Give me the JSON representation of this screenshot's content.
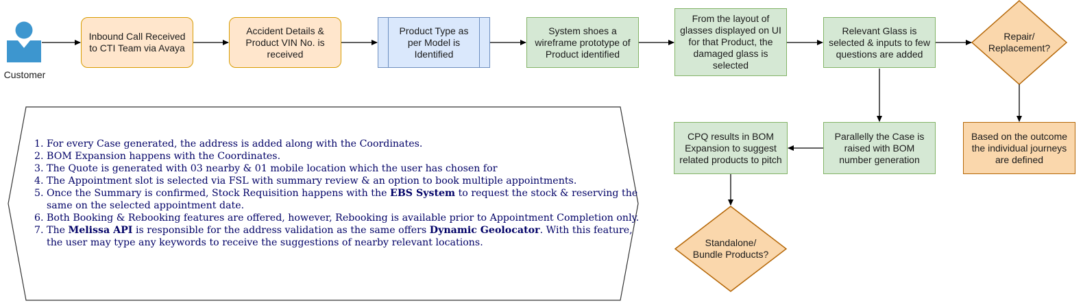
{
  "actor": {
    "label": "Customer",
    "icon": "user-icon"
  },
  "nodes": {
    "inbound_call": "Inbound Call Received to CTI Team via Avaya",
    "accident_details": "Accident Details & Product VIN No. is received",
    "product_type": "Product Type as per Model is Identified",
    "wireframe": "System shoes a wireframe prototype of Product identified",
    "damaged_glass": "From the layout of glasses displayed on UI for that Product, the damaged glass is selected",
    "relevant_glass": "Relevant Glass is selected & inputs to few questions are added",
    "repair_decision": "Repair/ Replacement?",
    "journeys": "Based on the outcome the individual journeys are defined",
    "case_raised": "Parallelly the Case is raised with BOM number generation",
    "cpq_bom": "CPQ results in BOM Expansion to suggest related products to pitch",
    "standalone_decision": "Standalone/ Bundle Products?"
  },
  "notes": [
    {
      "pre": "For every Case generated, the address is added along with the Coordinates."
    },
    {
      "pre": "BOM Expansion happens with the Coordinates."
    },
    {
      "pre": "The Quote is generated with 03 nearby & 01 mobile location which the user has chosen for"
    },
    {
      "pre": "The Appointment slot is selected via FSL with summary review & an option to book multiple appointments."
    },
    {
      "pre": "Once the Summary is confirmed, Stock Requisition happens with the ",
      "b1": "EBS System",
      "mid": " to request the stock & reserving the same on the selected appointment date."
    },
    {
      "pre": "Both Booking & Rebooking features are offered, however, Rebooking is available prior to Appointment Completion only."
    },
    {
      "pre": "The ",
      "b1": "Melissa API",
      "mid": " is responsible for the address validation as the same offers ",
      "b2": "Dynamic Geolocator",
      "post": ". With this feature, the user may type any keywords to receive the suggestions of nearby relevant locations."
    }
  ],
  "colors": {
    "rounded_fill": "#ffe6cc",
    "rounded_stroke": "#d79b00",
    "blue_fill": "#dae8fc",
    "blue_stroke": "#6c8ebf",
    "green_fill": "#d5e8d4",
    "green_stroke": "#82b366",
    "decision_fill": "#fad7ac",
    "decision_stroke": "#b46504",
    "notes_text": "#000066",
    "actor": "#3d96cf"
  }
}
